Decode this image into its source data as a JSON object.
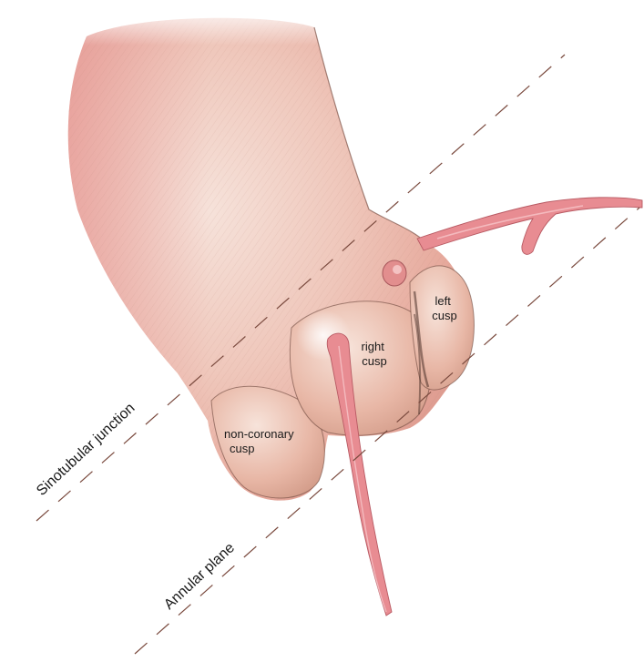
{
  "labels": {
    "left_cusp": [
      "left",
      "cusp"
    ],
    "right_cusp": [
      "right",
      "cusp"
    ],
    "non_coronary_cusp": [
      "non-coronary",
      "cusp"
    ],
    "sinotubular_junction": "Sinotubular junction",
    "annular_plane": "Annular plane"
  },
  "colors": {
    "tissue_light": "#f3d6cc",
    "tissue_mid": "#e9b8a8",
    "tissue_shadow": "#c98a79",
    "aorta_blush": "#e58e8e",
    "coronary_artery": "#e88c92",
    "coronary_outline": "#b85a63",
    "dashed_line": "#7a4a3e",
    "text": "#1a1a1a"
  }
}
